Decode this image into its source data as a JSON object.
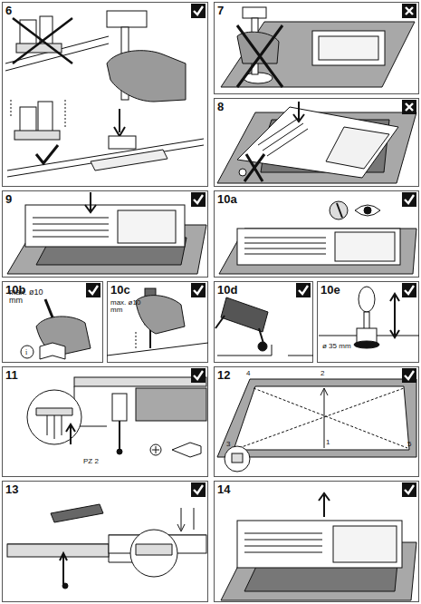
{
  "diagram": {
    "nodes": [
      {
        "text": [
          "6"
        ]
      },
      {
        "text": [
          "7"
        ]
      },
      {
        "text": [
          "8"
        ]
      },
      {
        "text": [
          "9"
        ]
      },
      {
        "text": [
          "10a"
        ]
      },
      {
        "text": [
          "10b"
        ]
      },
      {
        "text": [
          "10c"
        ]
      },
      {
        "text": [
          "10d"
        ]
      },
      {
        "text": [
          "10e"
        ]
      },
      {
        "text": [
          "11"
        ]
      },
      {
        "text": [
          "12"
        ]
      },
      {
        "text": [
          "13"
        ]
      },
      {
        "text": [
          "14"
        ]
      }
    ],
    "labels": [
      "max. ø10 mm",
      "max. ø10 mm",
      "ø 35 mm",
      "PZ 2",
      "4",
      "2",
      "3",
      "1",
      "5"
    ]
  }
}
